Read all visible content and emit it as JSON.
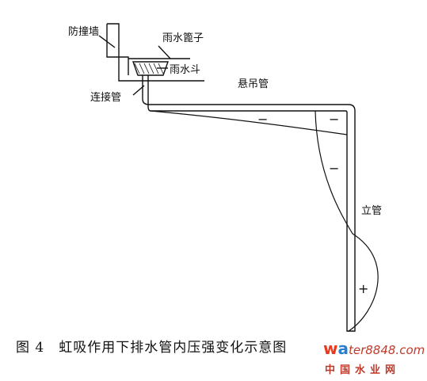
{
  "labels": {
    "wall": "防撞墙",
    "grate": "雨水篦子",
    "hopper": "雨水斗",
    "connector": "连接管",
    "hanging_pipe": "悬吊管",
    "riser": "立管"
  },
  "signs": {
    "minus": "−",
    "plus": "+"
  },
  "caption": {
    "figure": "图 4",
    "text": "虹吸作用下排水管内压强变化示意图"
  },
  "watermark": {
    "w": "w",
    "a": "a",
    "rest": "ter8848.com",
    "cn": "中国水业网"
  }
}
